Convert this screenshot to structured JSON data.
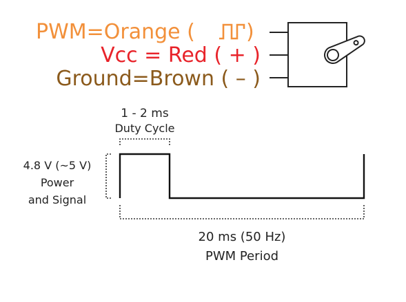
{
  "legend": {
    "pwm": {
      "prefix": "PWM=Orange (",
      "suffix": ")",
      "color": "#f2903a",
      "icon": "square-wave-icon"
    },
    "vcc": {
      "text": "Vcc = Red ( + )",
      "color": "#e8232a"
    },
    "ground": {
      "text": "Ground=Brown ( – )",
      "color": "#8b5a1c"
    }
  },
  "servo": {
    "icon": "servo-motor-icon"
  },
  "timing": {
    "duty_value": "1 - 2 ms",
    "duty_label": "Duty Cycle",
    "voltage_value": "4.8 V (~5 V)",
    "voltage_label_1": "Power",
    "voltage_label_2": "and Signal",
    "period_value": "20 ms (50 Hz)",
    "period_label": "PWM Period"
  },
  "colors": {
    "ink": "#222222",
    "wave": "#111111"
  }
}
